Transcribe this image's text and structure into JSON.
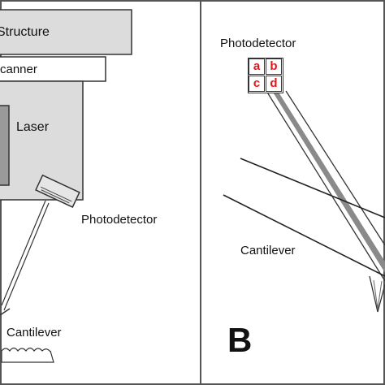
{
  "panel_a": {
    "structure_label": "Structure",
    "scanner_label": "canner",
    "laser_label": "Laser",
    "photodetector_label": "Photodetector",
    "cantilever_label": "Cantilever"
  },
  "panel_b": {
    "panel_letter": "B",
    "photodetector_label": "Photodetector",
    "cantilever_label": "Cantilever",
    "quadrants": [
      "a",
      "b",
      "c",
      "d"
    ],
    "quadrant_color": "#e01818"
  },
  "colors": {
    "block_fill": "#dcdcdc",
    "outline": "#333333",
    "beam_gray": "#8a8a8a",
    "frame": "#555555"
  }
}
